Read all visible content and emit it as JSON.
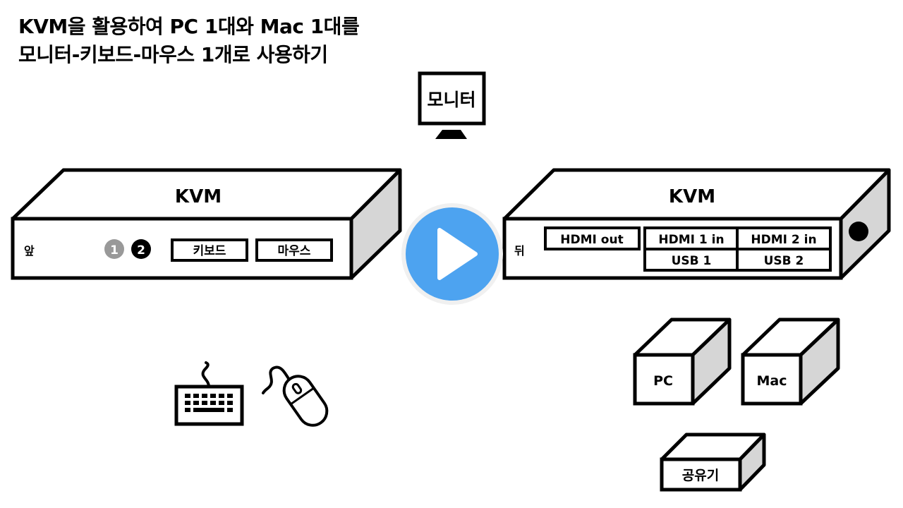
{
  "title": {
    "line1": "KVM을 활용하여 PC 1대와 Mac 1대를",
    "line2": "모니터-키보드-마우스 1개로 사용하기"
  },
  "monitor": {
    "label": "모니터"
  },
  "kvm_front": {
    "title": "KVM",
    "side_label": "앞",
    "badge_1": "1",
    "badge_2": "2",
    "keyboard_port": "키보드",
    "mouse_port": "마우스"
  },
  "kvm_back": {
    "title": "KVM",
    "side_label": "뒤",
    "hdmi_out": "HDMI out",
    "hdmi_1_in": "HDMI 1 in",
    "hdmi_2_in": "HDMI 2 in",
    "usb_1": "USB 1",
    "usb_2": "USB 2"
  },
  "devices": {
    "pc": "PC",
    "mac": "Mac",
    "router": "공유기"
  },
  "icons": {
    "keyboard": "keyboard-icon",
    "mouse": "mouse-icon",
    "play": "play-icon",
    "power": "power-button-icon",
    "monitor": "monitor-icon"
  },
  "colors": {
    "play_button": "#4da3f0",
    "badge_1": "#999999",
    "badge_2": "#000000",
    "box_side": "#d6d6d6"
  }
}
